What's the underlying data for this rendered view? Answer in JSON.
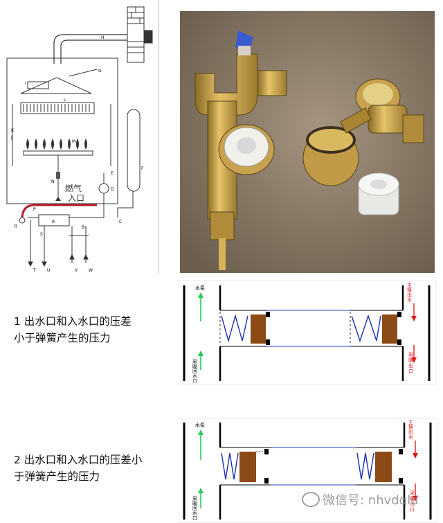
{
  "boiler_diagram": {
    "gas_inlet_label_line1": "燃气",
    "gas_inlet_label_line2": "入口",
    "part_labels": {
      "H": "H",
      "G": "G",
      "I": "I",
      "L": "L",
      "K": "K",
      "J": "J",
      "M": "M",
      "N": "N",
      "E": "E",
      "F": "F",
      "D": "D",
      "C": "C",
      "P": "P",
      "Q": "Q",
      "R": "R",
      "S": "S",
      "B": "B",
      "T": "T",
      "U": "U",
      "V": "V",
      "W": "W"
    }
  },
  "captions": {
    "caption1_line1": "1  出水口和入水口的压差",
    "caption1_line2": "小于弹簧产生的压力",
    "caption2_line1": "2  出水口和入水口的压差小",
    "caption2_line2": "于弹簧产生的压力"
  },
  "flow_diagram_1": {
    "pump_label": "水泵",
    "main_exchanger_out": [
      "主",
      "换",
      "出",
      "水"
    ],
    "heating_return": [
      "采",
      "暖",
      "回",
      "水",
      "口"
    ],
    "heating_outlet": [
      "采",
      "暖",
      "出",
      "口"
    ]
  },
  "flow_diagram_2": {
    "pump_label": "水泵",
    "main_exchanger_out": [
      "主",
      "换",
      "出",
      "水"
    ],
    "heating_return": [
      "采",
      "暖",
      "回",
      "水",
      "口"
    ],
    "heating_outlet": [
      "采",
      "暖",
      "出",
      "口"
    ]
  },
  "watermark": "微信号: nhvdqld",
  "colors": {
    "red_pipe": "#b8202a",
    "green_arrow": "#22cc55",
    "red_arrow": "#e01818",
    "spring": "#1a2fb0",
    "piston": "#8b4a16",
    "photo_bg": "#8a7a66",
    "brass": "#c9a24a"
  }
}
